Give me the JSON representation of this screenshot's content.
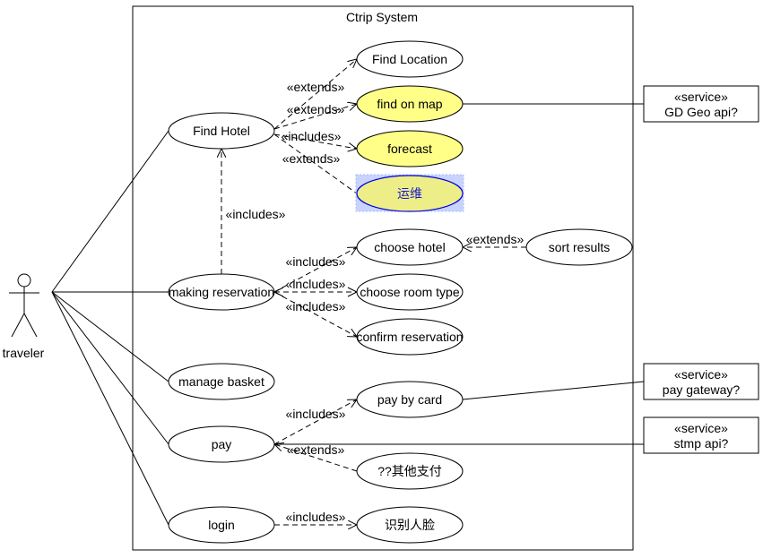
{
  "system": {
    "title": "Ctrip System"
  },
  "actor": {
    "name": "traveler"
  },
  "use_cases": {
    "find_location": "Find Location",
    "find_on_map": "find on map",
    "find_hotel": "Find Hotel",
    "forecast": "forecast",
    "yunwei": "运维",
    "choose_hotel": "choose hotel",
    "sort_results": "sort results",
    "making_reservation": "making reservation",
    "choose_room_type": "choose room type",
    "confirm_reservation": "confirm reservation",
    "manage_basket": "manage basket",
    "pay_by_card": "pay by card",
    "pay": "pay",
    "other_payment": "??其他支付",
    "login": "login",
    "face_recognition": "识别人脸"
  },
  "services": {
    "gd_geo": {
      "stereotype": "«service»",
      "name": "GD Geo api?"
    },
    "pay_gateway": {
      "stereotype": "«service»",
      "name": "pay gateway?"
    },
    "smtp": {
      "stereotype": "«service»",
      "name": "stmp api?"
    }
  },
  "relations": {
    "ext_find_location": "«extends»",
    "ext_find_on_map": "«extends»",
    "inc_forecast": "«includes»",
    "ext_yunwei": "«extends»",
    "inc_reservation_hotel": "«includes»",
    "ext_sort_results": "«extends»",
    "inc_choose_hotel": "«includes»",
    "inc_choose_room": "«includes»",
    "inc_confirm": "«includes»",
    "inc_pay_card": "«includes»",
    "ext_other_payment": "«extends»",
    "inc_face": "«includes»"
  },
  "colors": {
    "highlight_fill": "#ffff88",
    "selected_fill": "#eeee88",
    "selected_stroke": "#0000dd",
    "selection_halo": "#c8d4ff"
  }
}
